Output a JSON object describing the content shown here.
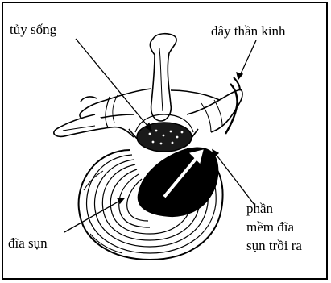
{
  "labels": {
    "spinal_cord": "tủy sống",
    "nerve": "dây thần kinh",
    "herniated_1": "phần",
    "herniated_2": "mềm đĩa",
    "herniated_3": "sụn trồi ra",
    "disc": "đĩa sụn"
  }
}
